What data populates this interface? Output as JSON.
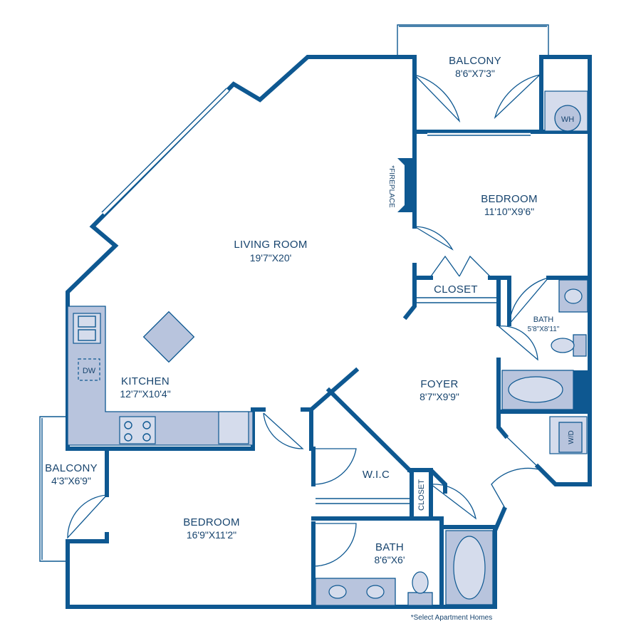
{
  "rooms": {
    "balcony_top": {
      "name": "BALCONY",
      "dims": "8'6\"X7'3\""
    },
    "bedroom_right": {
      "name": "BEDROOM",
      "dims": "11'10\"X9'6\""
    },
    "living_room": {
      "name": "LIVING ROOM",
      "dims": "19'7\"X20'"
    },
    "kitchen": {
      "name": "KITCHEN",
      "dims": "12'7\"X10'4\""
    },
    "foyer": {
      "name": "FOYER",
      "dims": "8'7\"X9'9\""
    },
    "closet_right": {
      "name": "CLOSET"
    },
    "bath_right": {
      "name": "BATH",
      "dims": "5'8\"X8'11\""
    },
    "wic": {
      "name": "W.I.C"
    },
    "closet_wic": {
      "name": "CLOSET"
    },
    "balcony_left": {
      "name": "BALCONY",
      "dims": "4'3\"X6'9\""
    },
    "bedroom_left": {
      "name": "BEDROOM",
      "dims": "16'9\"X11'2\""
    },
    "bath_left": {
      "name": "BATH",
      "dims": "8'6\"X6'"
    }
  },
  "fixtures": {
    "fireplace": "*FIREPLACE",
    "water_heater": "WH",
    "dishwasher": "DW",
    "washer_dryer": "W/D"
  },
  "footnote": "*Select Apartment Homes"
}
